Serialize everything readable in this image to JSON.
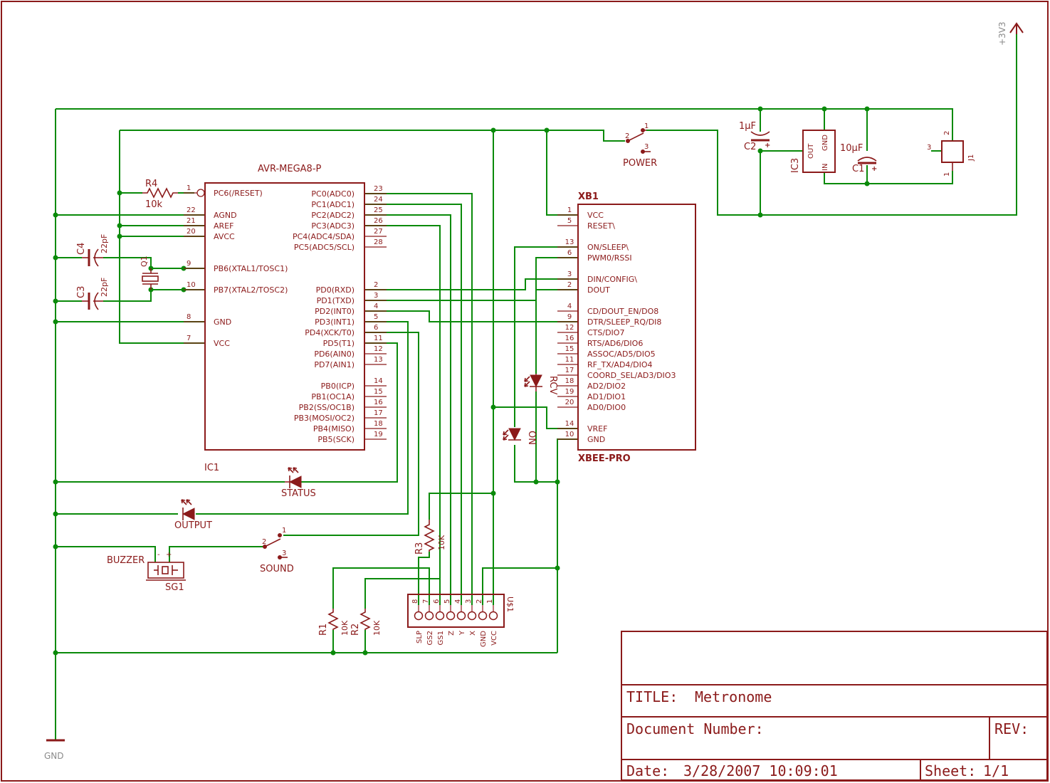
{
  "ic1": {
    "type": "AVR-MEGA8-P",
    "name": "IC1",
    "left_pins": [
      {
        "num": "1",
        "label": "PC6(/RESET)"
      },
      {
        "num": "22",
        "label": "AGND"
      },
      {
        "num": "21",
        "label": "AREF"
      },
      {
        "num": "20",
        "label": "AVCC"
      },
      {
        "num": "9",
        "label": "PB6(XTAL1/TOSC1)"
      },
      {
        "num": "10",
        "label": "PB7(XTAL2/TOSC2)"
      },
      {
        "num": "8",
        "label": "GND"
      },
      {
        "num": "7",
        "label": "VCC"
      }
    ],
    "right_pins": [
      {
        "num": "23",
        "label": "PC0(ADC0)"
      },
      {
        "num": "24",
        "label": "PC1(ADC1)"
      },
      {
        "num": "25",
        "label": "PC2(ADC2)"
      },
      {
        "num": "26",
        "label": "PC3(ADC3)"
      },
      {
        "num": "27",
        "label": "PC4(ADC4/SDA)"
      },
      {
        "num": "28",
        "label": "PC5(ADC5/SCL)"
      },
      {
        "num": "2",
        "label": "PD0(RXD)"
      },
      {
        "num": "3",
        "label": "PD1(TXD)"
      },
      {
        "num": "4",
        "label": "PD2(INT0)"
      },
      {
        "num": "5",
        "label": "PD3(INT1)"
      },
      {
        "num": "6",
        "label": "PD4(XCK/T0)"
      },
      {
        "num": "11",
        "label": "PD5(T1)"
      },
      {
        "num": "12",
        "label": "PD6(AIN0)"
      },
      {
        "num": "13",
        "label": "PD7(AIN1)"
      },
      {
        "num": "14",
        "label": "PB0(ICP)"
      },
      {
        "num": "15",
        "label": "PB1(OC1A)"
      },
      {
        "num": "16",
        "label": "PB2(SS/OC1B)"
      },
      {
        "num": "17",
        "label": "PB3(MOSI/OC2)"
      },
      {
        "num": "18",
        "label": "PB4(MISO)"
      },
      {
        "num": "19",
        "label": "PB5(SCK)"
      }
    ]
  },
  "xb1": {
    "name": "XB1",
    "type": "XBEE-PRO",
    "pins": [
      {
        "num": "1",
        "label": "VCC"
      },
      {
        "num": "5",
        "label": "RESET\\"
      },
      {
        "num": "13",
        "label": "ON/SLEEP\\"
      },
      {
        "num": "6",
        "label": "PWM0/RSSI"
      },
      {
        "num": "3",
        "label": "DIN/CONFIG\\"
      },
      {
        "num": "2",
        "label": "DOUT"
      },
      {
        "num": "4",
        "label": "CD/DOUT_EN/DO8"
      },
      {
        "num": "9",
        "label": "DTR/SLEEP_RQ/DI8"
      },
      {
        "num": "12",
        "label": "CTS/DIO7"
      },
      {
        "num": "16",
        "label": "RTS/AD6/DIO6"
      },
      {
        "num": "15",
        "label": "ASSOC/AD5/DIO5"
      },
      {
        "num": "11",
        "label": "RF_TX/AD4/DIO4"
      },
      {
        "num": "17",
        "label": "COORD_SEL/AD3/DIO3"
      },
      {
        "num": "18",
        "label": "AD2/DIO2"
      },
      {
        "num": "19",
        "label": "AD1/DIO1"
      },
      {
        "num": "20",
        "label": "AD0/DIO0"
      },
      {
        "num": "14",
        "label": "VREF"
      },
      {
        "num": "10",
        "label": "GND"
      }
    ]
  },
  "parts": {
    "r4_name": "R4",
    "r4_value": "10k",
    "c4_name": "C4",
    "c4_value": "22pF",
    "c3_name": "C3",
    "c3_value": "22pF",
    "q1_name": "Q1",
    "c2_name": "C2",
    "c2_value": "1µF",
    "c1_name": "C1",
    "c1_value": "10µF",
    "ic3_name": "IC3",
    "ic3_out": "OUT",
    "ic3_in": "IN",
    "ic3_gnd": "GND",
    "j1_name": "J1",
    "j1_p1": "1",
    "j1_p2": "2",
    "j1_p3": "3",
    "power_name": "POWER",
    "power_p1": "1",
    "power_p2": "2",
    "power_p3": "3",
    "sound_name": "SOUND",
    "sound_p1": "1",
    "sound_p2": "2",
    "sound_p3": "3",
    "status_name": "STATUS",
    "output_name": "OUTPUT",
    "buzzer_label": "BUZZER",
    "sg1_name": "SG1",
    "sg1_minus": "-",
    "sg1_plus": "+",
    "rcv_name": "RCV",
    "on_name": "ON",
    "r3_name": "R3",
    "r3_value": "10K",
    "r1_name": "R1",
    "r1_value": "10K",
    "r2_name": "R2",
    "r2_value": "10K",
    "u1_name": "U$1",
    "u1_pins": [
      "8",
      "7",
      "6",
      "5",
      "4",
      "3",
      "2",
      "1"
    ],
    "u1_labels": [
      "SLP",
      "GS2",
      "GS1",
      "Z",
      "Y",
      "X",
      "GND",
      "VCC"
    ]
  },
  "supplies": {
    "v33": "+3V3",
    "gnd": "GND"
  },
  "title_block": {
    "title_key": "TITLE:",
    "title_value": "Metronome",
    "docnum_key": "Document Number:",
    "rev_key": "REV:",
    "date_key": "Date:",
    "date_value": "3/28/2007 10:09:01",
    "sheet_key": "Sheet:",
    "sheet_value": "1/1"
  }
}
